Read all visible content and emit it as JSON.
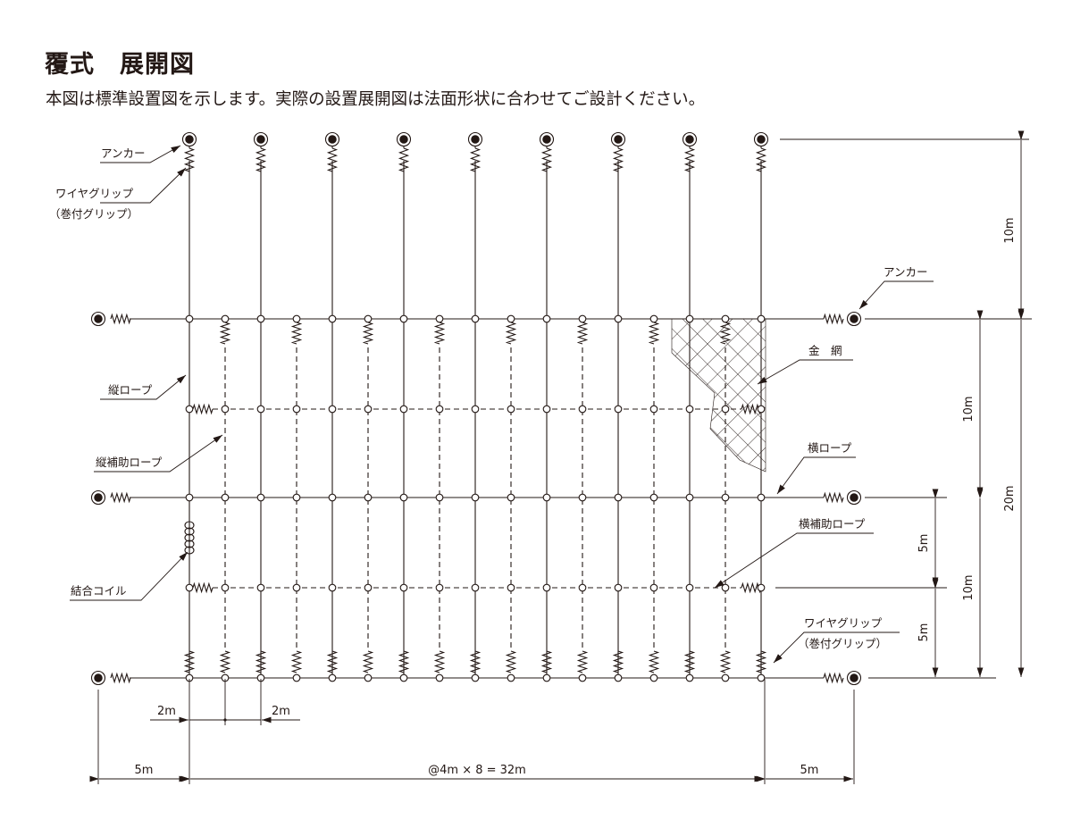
{
  "title": "覆式　展開図",
  "subtitle": "本図は標準設置図を示します。実際の設置展開図は法面形状に合わせてご設計ください。",
  "labels": {
    "anchor_top": "アンカー",
    "wire_grip_top_1": "ワイヤグリップ",
    "wire_grip_top_2": "（巻付グリップ）",
    "anchor_right": "アンカー",
    "wire_mesh": "金　網",
    "vertical_rope": "縦ロープ",
    "vertical_aux_rope": "縦補助ロープ",
    "horizontal_rope": "横ロープ",
    "horizontal_aux_rope": "横補助ロープ",
    "coupling_coil": "結合コイル",
    "wire_grip_bottom_1": "ワイヤグリップ",
    "wire_grip_bottom_2": "（巻付グリップ）"
  },
  "dimensions": {
    "top_10m": "10m",
    "mid_10m": "10m",
    "total_20m": "20m",
    "lower_10m": "10m",
    "upper_5m": "5m",
    "lower_5m": "5m",
    "left_2m": "2m",
    "right_2m": "2m",
    "left_5m": "5m",
    "span": "@4m × 8 = 32m",
    "right_5m": "5m"
  },
  "layout_counts": {
    "vertical_ropes": 9,
    "vertical_aux_ropes": 8,
    "main_horizontal_ropes": 3,
    "aux_horizontal_ropes": 2
  },
  "colors": {
    "ink": "#231815",
    "background": "#ffffff"
  }
}
